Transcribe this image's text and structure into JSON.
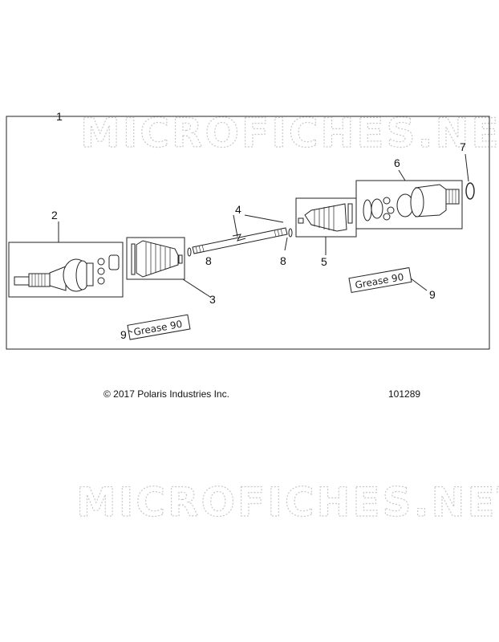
{
  "watermark": "MICROFICHES.NET",
  "callouts": {
    "c1": "1",
    "c2": "2",
    "c3": "3",
    "c4": "4",
    "c5": "5",
    "c6": "6",
    "c7": "7",
    "c8a": "8",
    "c8b": "8",
    "c9a": "9",
    "c9b": "9"
  },
  "grease_label": "Grease 90",
  "footer": {
    "copyright": "© 2017 Polaris Industries Inc.",
    "document_number": "101289"
  }
}
